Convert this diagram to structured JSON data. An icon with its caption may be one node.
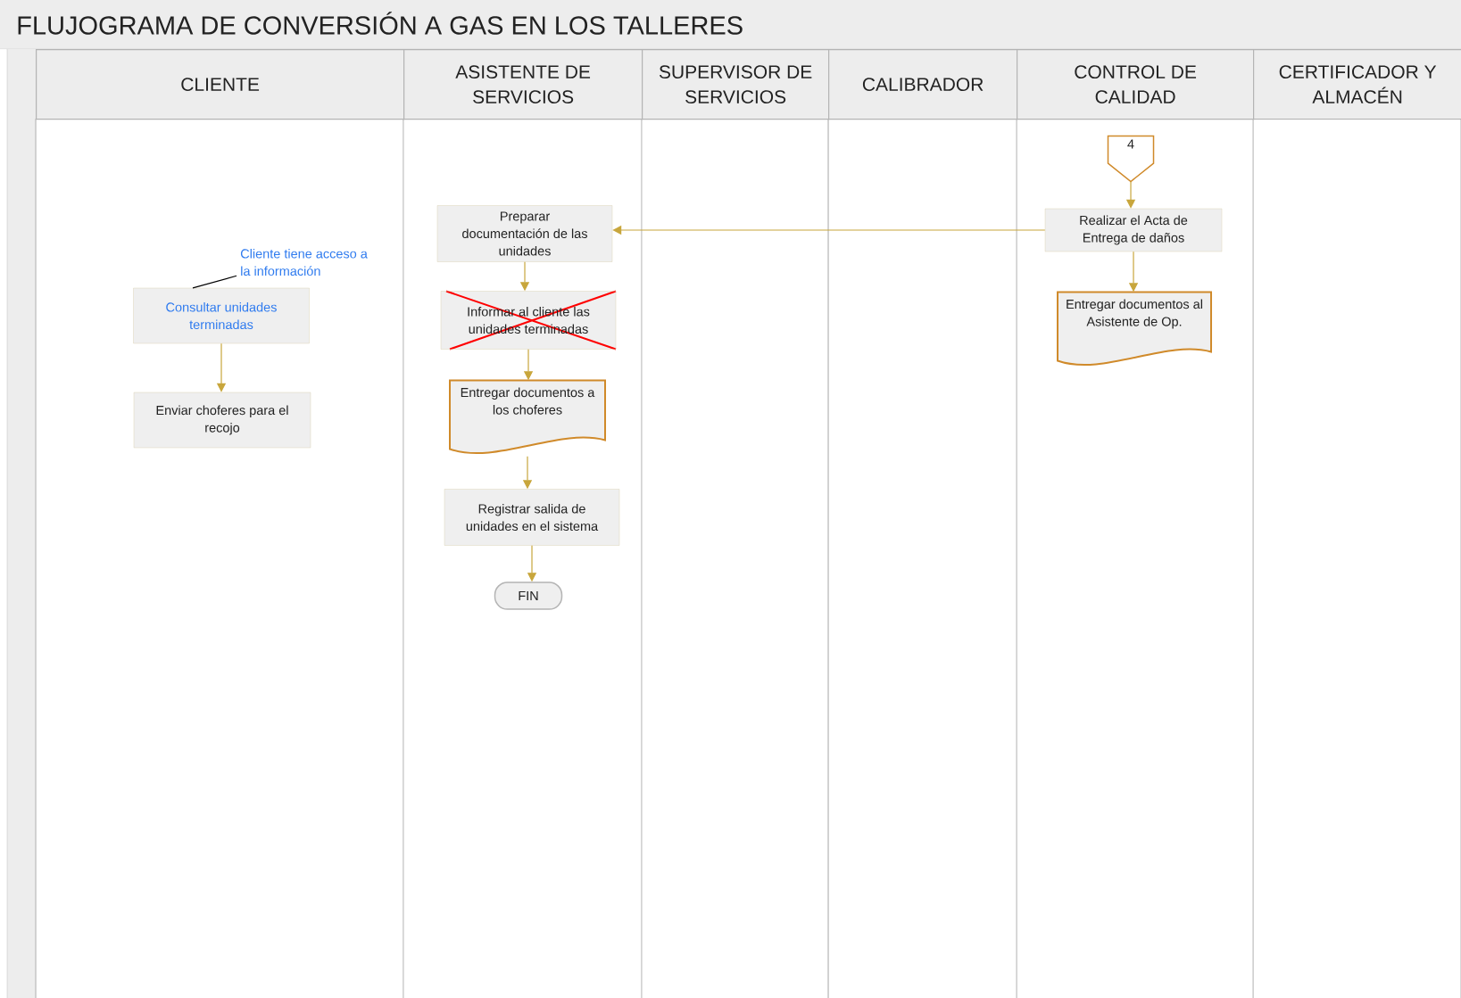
{
  "diagram": {
    "title": "FLUJOGRAMA DE CONVERSIÓN A GAS EN LOS TALLERES",
    "nodes": [
      {
        "text": [
          "CLIENTE"
        ]
      },
      {
        "text": [
          "ASISTENTE DE SERVICIOS"
        ]
      },
      {
        "text": [
          "SUPERVISOR DE SERVICIOS"
        ]
      },
      {
        "text": [
          "CALIBRADOR"
        ]
      },
      {
        "text": [
          "CONTROL DE CALIDAD"
        ]
      },
      {
        "text": [
          "CERTIFICADOR Y ALMACÉN"
        ]
      },
      {
        "text": [
          "Cliente tiene acceso a la información"
        ]
      },
      {
        "text": [
          "Consultar unidades terminadas"
        ]
      },
      {
        "text": [
          "Enviar choferes para el recojo"
        ]
      },
      {
        "text": [
          "Preparar documentación de las unidades"
        ]
      },
      {
        "text": [
          "Informar al cliente las unidades terminadas"
        ]
      },
      {
        "text": [
          "Entregar documentos a los choferes"
        ]
      },
      {
        "text": [
          "Registrar salida de unidades en el sistema"
        ]
      },
      {
        "text": [
          "FIN"
        ]
      },
      {
        "text": [
          "4"
        ]
      },
      {
        "text": [
          "Realizar el Acta de Entrega de daños"
        ]
      },
      {
        "text": [
          "Entregar documentos al Asistente de Op."
        ]
      }
    ],
    "edges": [
      {
        "from": 6,
        "to": 7,
        "arrow": "none",
        "color": "#000000"
      },
      {
        "from": 7,
        "to": 8,
        "arrow": "to"
      },
      {
        "from": 9,
        "to": 10,
        "arrow": "to"
      },
      {
        "from": 10,
        "to": 11,
        "arrow": "to"
      },
      {
        "from": 11,
        "to": 12,
        "arrow": "to"
      },
      {
        "from": 12,
        "to": 13,
        "arrow": "to"
      },
      {
        "from": 14,
        "to": 15,
        "arrow": "to"
      },
      {
        "from": 15,
        "to": 9,
        "arrow": "to"
      },
      {
        "from": 15,
        "to": 16,
        "arrow": "to"
      }
    ]
  }
}
